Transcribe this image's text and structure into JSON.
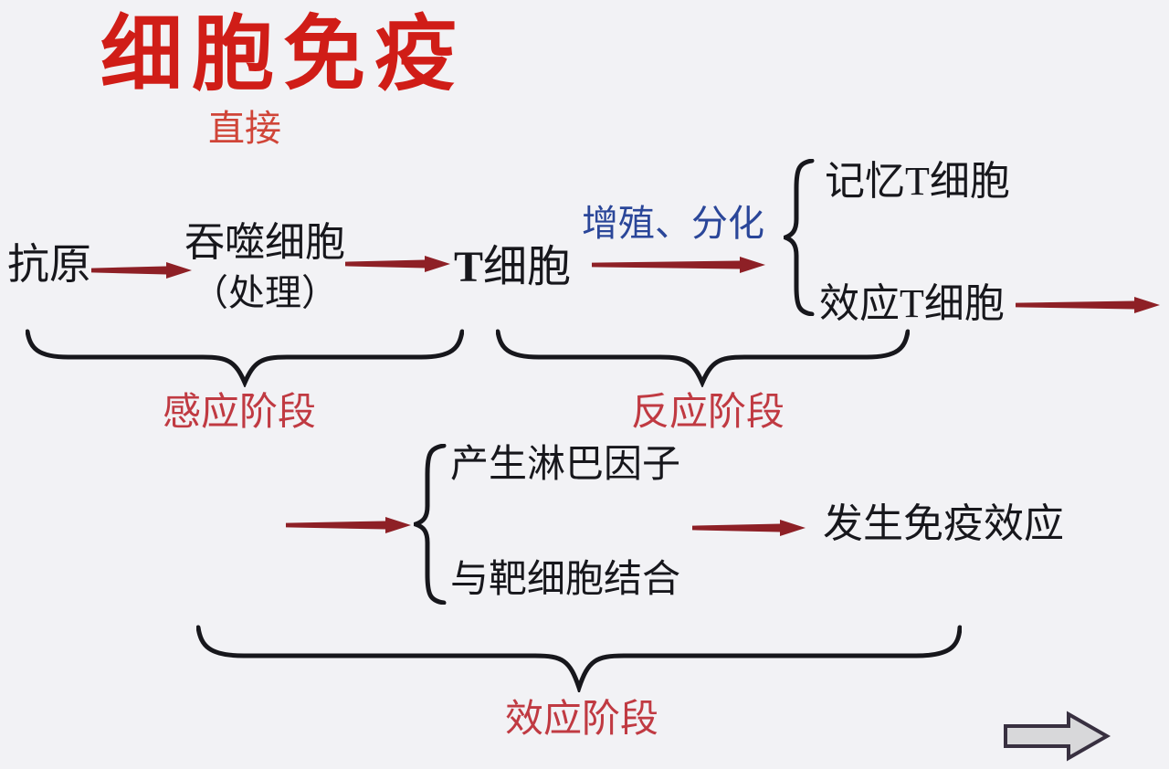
{
  "title": "细胞免疫",
  "subtitle": "直接",
  "colors": {
    "title-red": "#d01d17",
    "subtitle-red": "#d04538",
    "stage-red": "#c03a42",
    "blue": "#2a4699",
    "arrow-red": "#8e2026",
    "ink": "#17171c",
    "bg": "#f2f2f5",
    "gray-fill": "#d8d8da",
    "gray-stroke": "#383040"
  },
  "flow_top": {
    "antigen": "抗原",
    "phagocyte_line1": "吞噬细胞",
    "phagocyte_line2": "（处理）",
    "t_cell_prefix": "T",
    "t_cell_suffix": "细胞",
    "proliferation": "增殖、分化",
    "memory_t_cell": "记忆T细胞",
    "effector_t_cell": "效应T细胞"
  },
  "stages": {
    "sensing": "感应阶段",
    "reaction": "反应阶段",
    "effector": "效应阶段"
  },
  "flow_bottom": {
    "produce_lymphokines": "产生淋巴因子",
    "bind_target_cells": "与靶细胞结合",
    "immune_effect": "发生免疫效应"
  }
}
